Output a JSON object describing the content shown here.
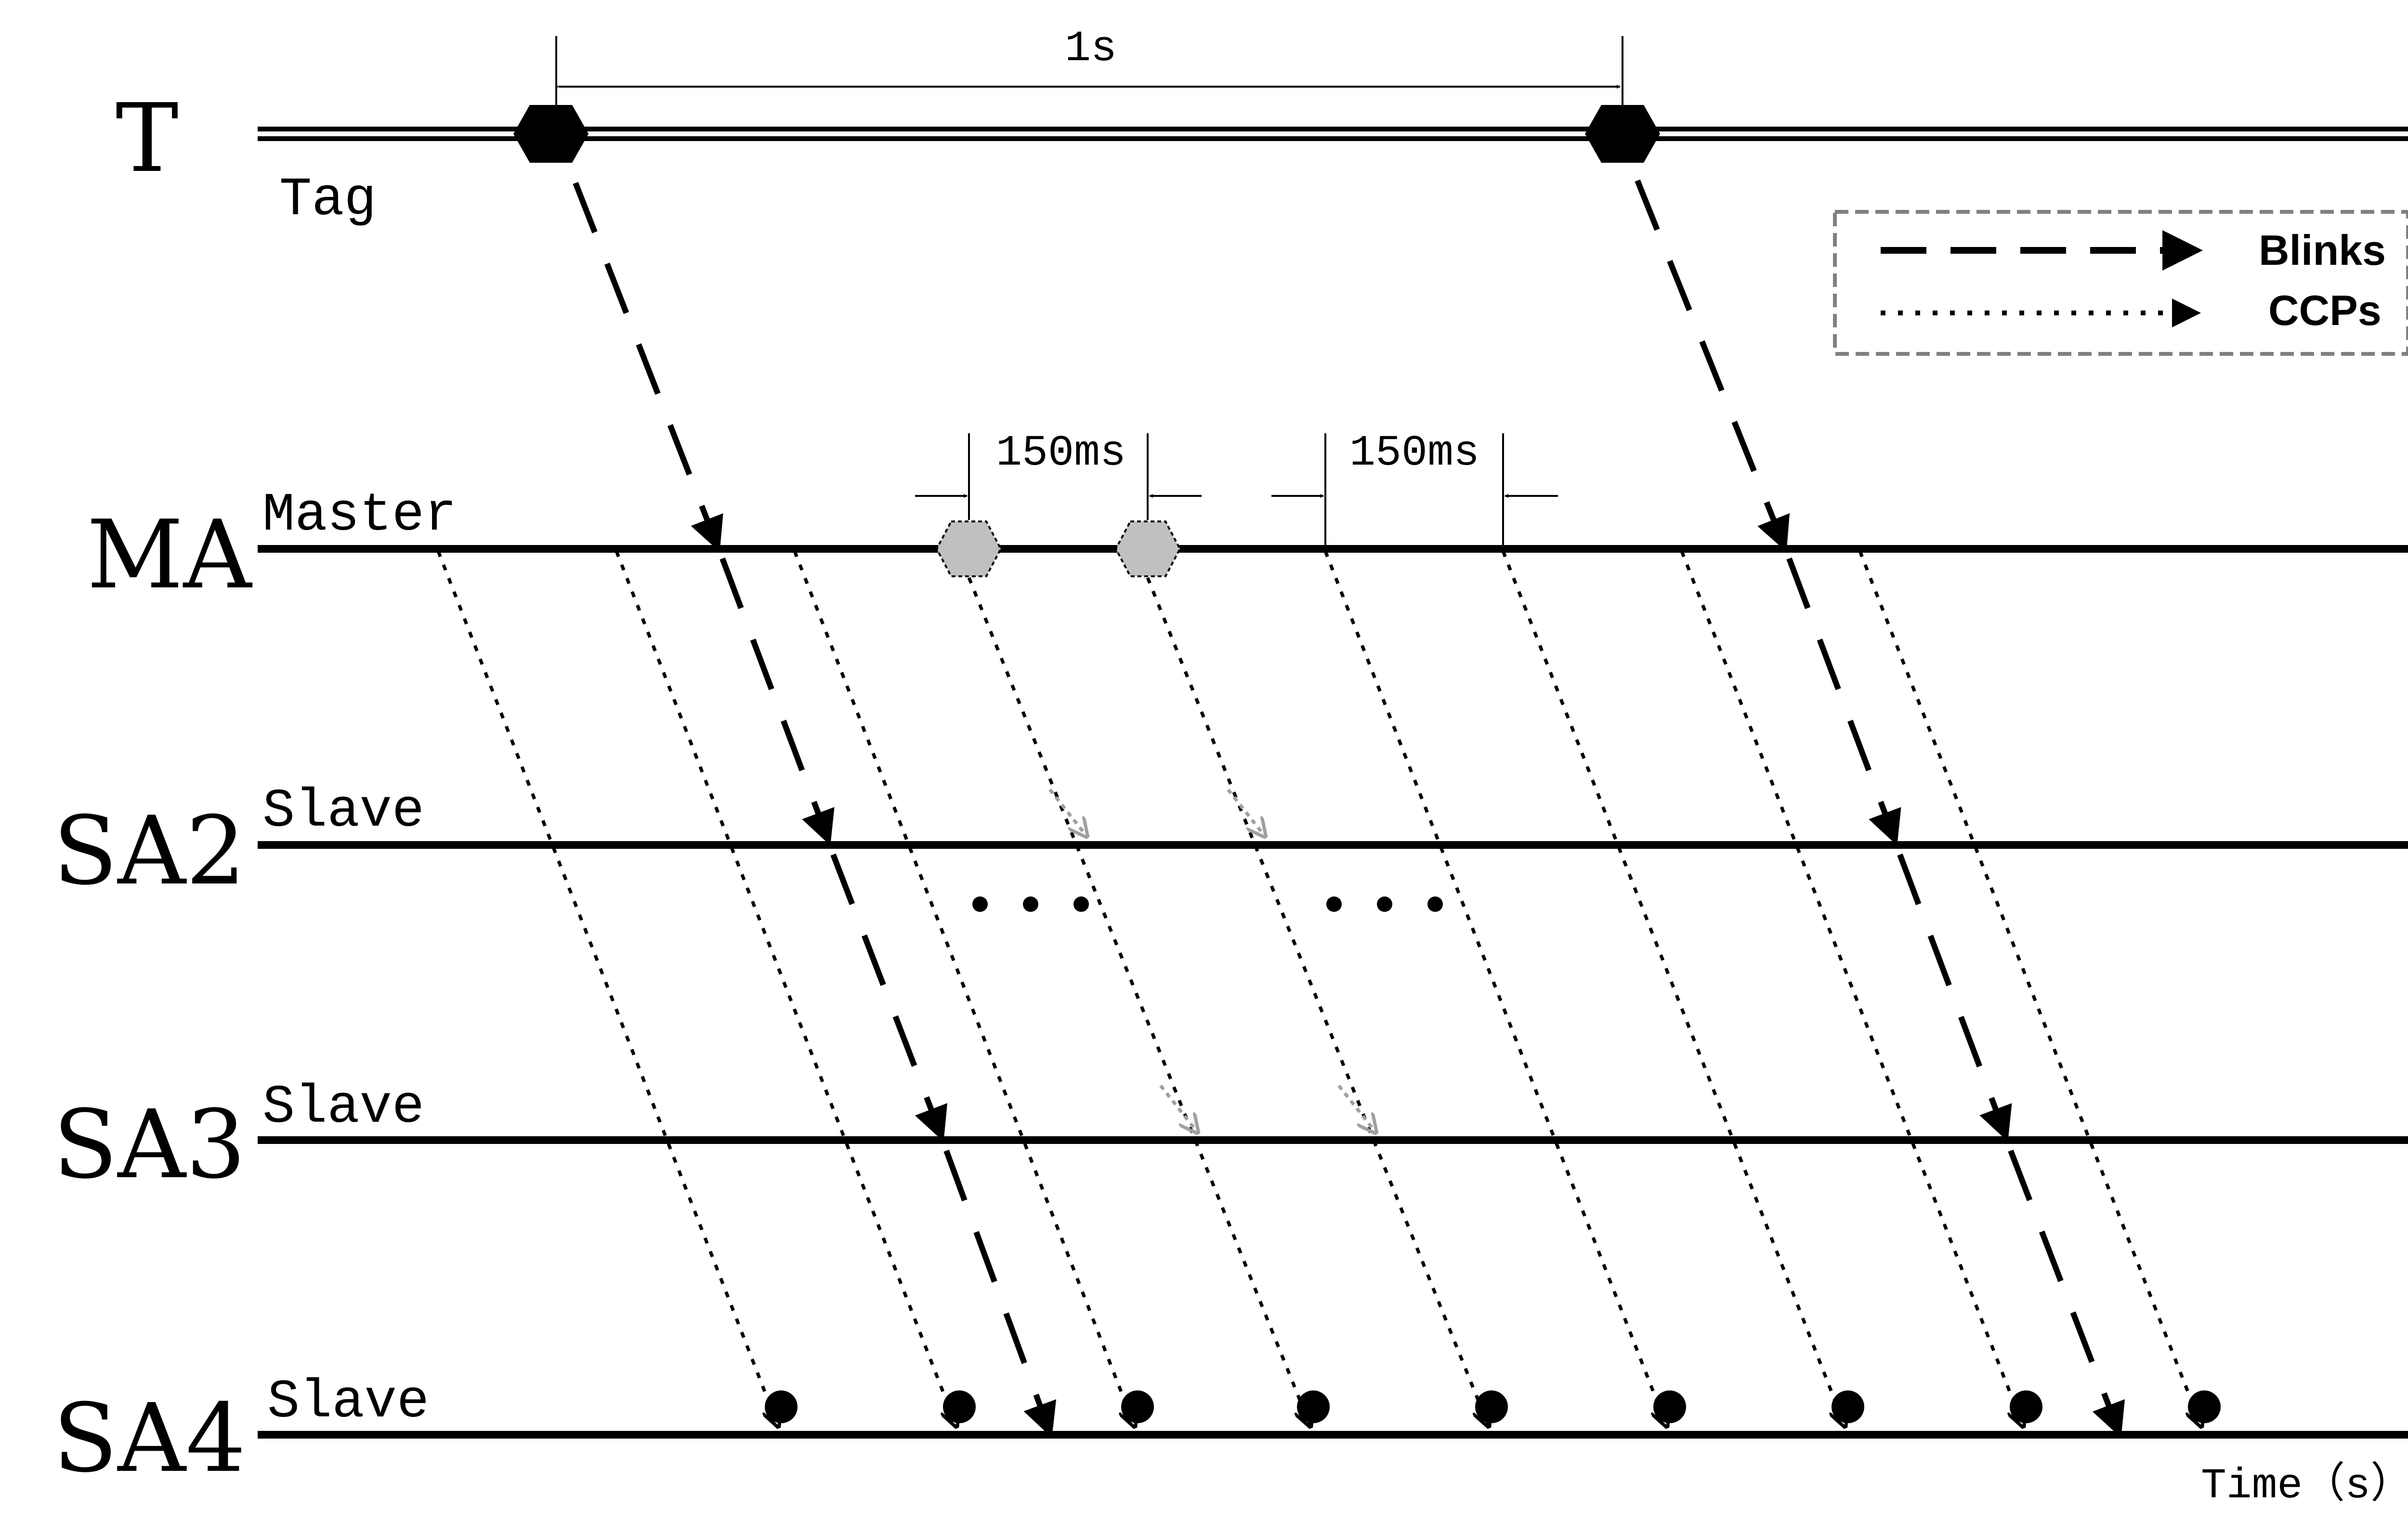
{
  "rows": [
    {
      "id": "T",
      "label": "T",
      "line_label": "Tag"
    },
    {
      "id": "MA",
      "label": "MA",
      "line_label": "Master"
    },
    {
      "id": "SA2",
      "label": "SA2",
      "line_label": "Slave"
    },
    {
      "id": "SA3",
      "label": "SA3",
      "line_label": "Slave"
    },
    {
      "id": "SA4",
      "label": "SA4",
      "line_label": "Slave"
    }
  ],
  "intervals": {
    "blink_period": "1s",
    "ccp_spacing_a": "150ms",
    "ccp_spacing_b": "150ms"
  },
  "legend": {
    "blinks": "Blinks",
    "ccps": "CCPs"
  },
  "ellipsis": "· · ·",
  "axis": {
    "x_label": "Time（s）"
  },
  "colors": {
    "line": "#000000",
    "ccp_node": "#c0c0c0",
    "ghost_arrow": "#a0a0a0",
    "legend_border": "#808080"
  }
}
